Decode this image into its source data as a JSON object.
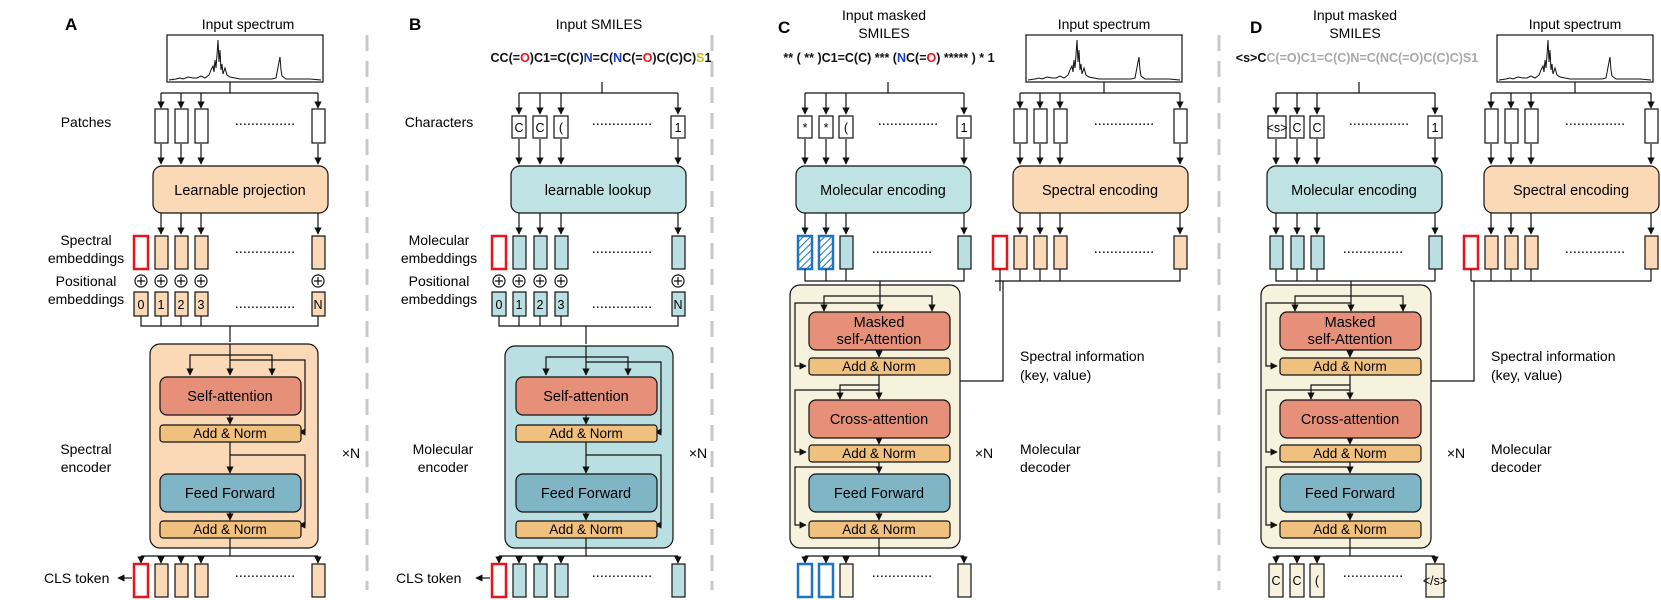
{
  "panels": {
    "A": {
      "label": "A",
      "input": "Input spectrum",
      "patches": "Patches",
      "projection": "Learnable projection",
      "emb1": "Spectral",
      "emb2": "embeddings",
      "pos1": "Positional",
      "pos2": "embeddings",
      "positions": [
        "0",
        "1",
        "2",
        "3",
        "N"
      ],
      "self_attention": "Self-attention",
      "add_norm": "Add & Norm",
      "feed_forward": "Feed Forward",
      "enc1": "Spectral",
      "enc2": "encoder",
      "times_n": "×N",
      "cls": "CLS token",
      "dots": "..............."
    },
    "B": {
      "label": "B",
      "input": "Input SMILES",
      "smiles": [
        {
          "t": "CC(=",
          "c": "#111111"
        },
        {
          "t": "O",
          "c": "#e8141b"
        },
        {
          "t": ")C1=C(C)",
          "c": "#111111"
        },
        {
          "t": "N",
          "c": "#1f3ec9"
        },
        {
          "t": "=C(",
          "c": "#111111"
        },
        {
          "t": "N",
          "c": "#1f3ec9"
        },
        {
          "t": "C(=",
          "c": "#111111"
        },
        {
          "t": "O",
          "c": "#e8141b"
        },
        {
          "t": ")C(C)C)",
          "c": "#111111"
        },
        {
          "t": "S",
          "c": "#c9b81c"
        },
        {
          "t": "1",
          "c": "#111111"
        }
      ],
      "characters": "Characters",
      "chars": [
        "C",
        "C",
        "(",
        "1"
      ],
      "lookup": "learnable lookup",
      "emb1": "Molecular",
      "emb2": "embeddings",
      "pos1": "Positional",
      "pos2": "embeddings",
      "positions": [
        "0",
        "1",
        "2",
        "3",
        "N"
      ],
      "self_attention": "Self-attention",
      "add_norm": "Add & Norm",
      "feed_forward": "Feed Forward",
      "enc1": "Molecular",
      "enc2": "encoder",
      "times_n": "×N",
      "cls": "CLS token",
      "dots": "..............."
    },
    "C": {
      "label": "C",
      "input1": "Input masked",
      "input2": "SMILES",
      "smiles": [
        {
          "t": "** ( ** )C1=C(C) *** (",
          "c": "#111111"
        },
        {
          "t": "N",
          "c": "#1f3ec9"
        },
        {
          "t": "C(=",
          "c": "#111111"
        },
        {
          "t": "O",
          "c": "#e8141b"
        },
        {
          "t": ") ***** ) * 1",
          "c": "#111111"
        }
      ],
      "chars": [
        "*",
        "*",
        "(",
        "1"
      ],
      "mol_encoding": "Molecular encoding",
      "spectrum": "Input spectrum",
      "spec_encoding": "Spectral encoding",
      "masked1": "Masked",
      "masked2": "self-Attention",
      "add_norm": "Add & Norm",
      "cross_attention": "Cross-attention",
      "feed_forward": "Feed Forward",
      "spec_info1": "Spectral information",
      "spec_info2": "(key, value)",
      "times_n": "×N",
      "dec1": "Molecular",
      "dec2": "decoder",
      "dots": "..............."
    },
    "D": {
      "label": "D",
      "input1": "Input masked",
      "input2": "SMILES",
      "smiles": [
        {
          "t": "<s>C",
          "c": "#111111"
        },
        {
          "t": "C(=O)C1=C(C)N=C(NC(=O)C(C)C)S1",
          "c": "#a8a8a8"
        }
      ],
      "chars": [
        "<s>",
        "C",
        "C",
        "1"
      ],
      "outputs": [
        "C",
        "C",
        "(",
        "</s>"
      ],
      "mol_encoding": "Molecular encoding",
      "spectrum": "Input spectrum",
      "spec_encoding": "Spectral encoding",
      "masked1": "Masked",
      "masked2": "self-Attention",
      "add_norm": "Add & Norm",
      "cross_attention": "Cross-attention",
      "feed_forward": "Feed Forward",
      "spec_info1": "Spectral information",
      "spec_info2": "(key, value)",
      "times_n": "×N",
      "dec1": "Molecular",
      "dec2": "decoder",
      "dots": "..............."
    }
  },
  "colors": {
    "orange_fill": "#fbd9b6",
    "orange_box": "#f9d2a8",
    "teal_fill": "#b9dfe2",
    "teal_box": "#bfe3e5",
    "attention": "#e6907a",
    "add_norm": "#f0c07e",
    "feed_forward": "#7fb5c4",
    "decoder_bg": "#f7f2de",
    "cls_red": "#e8141b",
    "mask_blue": "#1f73c4",
    "dashed_divider": "#c8c8c8"
  }
}
